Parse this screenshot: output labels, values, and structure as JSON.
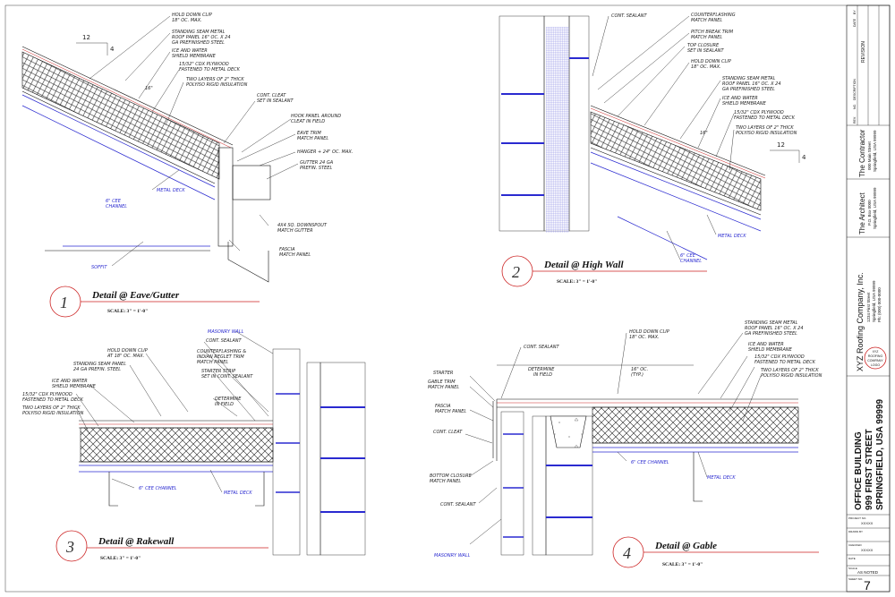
{
  "details": [
    {
      "number": "1",
      "title": "Detail @ Eave/Gutter",
      "scale": "SCALE:  3\" = 1'-0\"",
      "notes": [
        "HOLD DOWN CLIP",
        "18\" OC. MAX.",
        "STANDING SEAM METAL",
        "ROOF PANEL 16\" OC. X 24",
        "GA PREFINISHED STEEL",
        "ICE AND WATER",
        "SHIELD MEMBRANE",
        "15/32\" CDX PLYWOOD",
        "FASTENED TO METAL DECK",
        "TWO LAYERS OF 2\" THICK",
        "POLYISO RIGID INSULATION",
        "CONT. CLEAT",
        "SET IN SEALANT",
        "HOOK PANEL AROUND",
        "CLEAT IN FIELD",
        "EAVE TRIM",
        "MATCH PANEL",
        "HANGER + 24\" OC. MAX.",
        "GUTTER 24 GA",
        "PREFIN. STEEL",
        "METAL DECK",
        "6\" CEE",
        "CHANNEL",
        "4X4 SQ. DOWNSPOUT",
        "MATCH GUTTER",
        "FASCIA",
        "MATCH PANEL",
        "SOFFIT"
      ],
      "slope_rise": "4",
      "slope_run": "12",
      "dim": "16\""
    },
    {
      "number": "2",
      "title": "Detail @ High Wall",
      "scale": "SCALE:  3\" = 1'-0\"",
      "notes": [
        "CONT. SEALANT",
        "COUNTERFLASHING",
        "MATCH PANEL",
        "PITCH BREAK TRIM",
        "MATCH PANEL",
        "TOP CLOSURE",
        "SET IN SEALANT",
        "HOLD DOWN CLIP",
        "18\" OC. MAX.",
        "STANDING SEAM METAL",
        "ROOF PANEL 16\" OC. X 24",
        "GA PREFINISHED STEEL",
        "ICE AND WATER",
        "SHIELD MEMBRANE",
        "15/32\" CDX PLYWOOD",
        "FASTENED TO METAL DECK",
        "TWO LAYERS OF 2\" THICK",
        "POLYISO RIGID INSULATION",
        "METAL DECK",
        "6\" CEE",
        "CHANNEL"
      ],
      "slope_rise": "4",
      "slope_run": "12",
      "dim": "16\""
    },
    {
      "number": "3",
      "title": "Detail @ Rakewall",
      "scale": "SCALE:  3\" = 1'-0\"",
      "notes": [
        "MASONRY WALL",
        "HOLD DOWN CLIP",
        "AT 18\" OC. MAX.",
        "CONT. SEALANT",
        "COUNTERFLASHING &",
        "INDIAN REGLET TRIM",
        "MATCH PANEL",
        "STANDING SEAM PANEL",
        "24 GA PREFIN. STEEL",
        "STARTER STRIP",
        "SET IN CONT. SEALANT",
        "DETERMINE",
        "IN FIELD",
        "ICE AND WATER",
        "SHIELD MEMBRANE",
        "15/32\" CDX PLYWOOD",
        "FASTENED TO METAL DECK",
        "TWO LAYERS OF 2\" THICK",
        "POLYISO RIGID INSULATION",
        "6\" CEE CHANNEL",
        "METAL DECK"
      ]
    },
    {
      "number": "4",
      "title": "Detail @ Gable",
      "scale": "SCALE:  3\" = 1'-0\"",
      "notes": [
        "CONT. SEALANT",
        "HOLD DOWN CLIP",
        "18\" OC. MAX.",
        "STANDING SEAM METAL",
        "ROOF PANEL 16\" OC. X 24",
        "GA PREFINISHED STEEL",
        "STARTER",
        "DETERMINE",
        "IN FIELD",
        "16\" OC.",
        "(TYP.)",
        "ICE AND WATER",
        "SHIELD MEMBRANE",
        "15/32\" CDX PLYWOOD",
        "FASTENED TO METAL DECK",
        "TWO LAYERS OF 2\" THICK",
        "POLYISO RIGID INSULATION",
        "GABLE TRIM",
        "MATCH PANEL",
        "FASCIA",
        "MATCH PANEL",
        "CONT. CLEAT",
        "6\" CEE CHANNEL",
        "METAL DECK",
        "BOTTOM CLOSURE",
        "MATCH PANEL",
        "CONT. SEALANT",
        "MASONRY WALL"
      ]
    }
  ],
  "title_block": {
    "revision_header": "REVISION",
    "rev_cols": [
      "REV.",
      "NO.",
      "DESCRIPTION",
      "DATE",
      "BY"
    ],
    "contractor": "The Contractor",
    "contractor_addr": [
      "000 Main Street",
      "Springfield, USA 99999"
    ],
    "architect": "The Architect",
    "architect_addr": [
      "P.O. Box 0000",
      "Springfield, USA 99999"
    ],
    "company": "XYZ Roofing Company, Inc.",
    "company_addr": [
      "1234 First Street",
      "Springfield, USA 99999",
      "Ph: (000) 000-0000"
    ],
    "logo": [
      "XYZ",
      "ROOFING",
      "COMPANY",
      "LOGO"
    ],
    "project": [
      "OFFICE BUILDING",
      "999 FIRST STREET",
      "SPRINGFIELD, USA 99999"
    ],
    "fields": [
      {
        "label": "PROJECT NO.",
        "value": "XXXXX"
      },
      {
        "label": "DRAWN BY",
        "value": ""
      },
      {
        "label": "CHECKED",
        "value": "XXXXX"
      },
      {
        "label": "DATE",
        "value": ""
      },
      {
        "label": "SCALE",
        "value": "AS NOTED"
      }
    ],
    "sheet_label": "SHEET NO.",
    "sheet_no": "7"
  }
}
